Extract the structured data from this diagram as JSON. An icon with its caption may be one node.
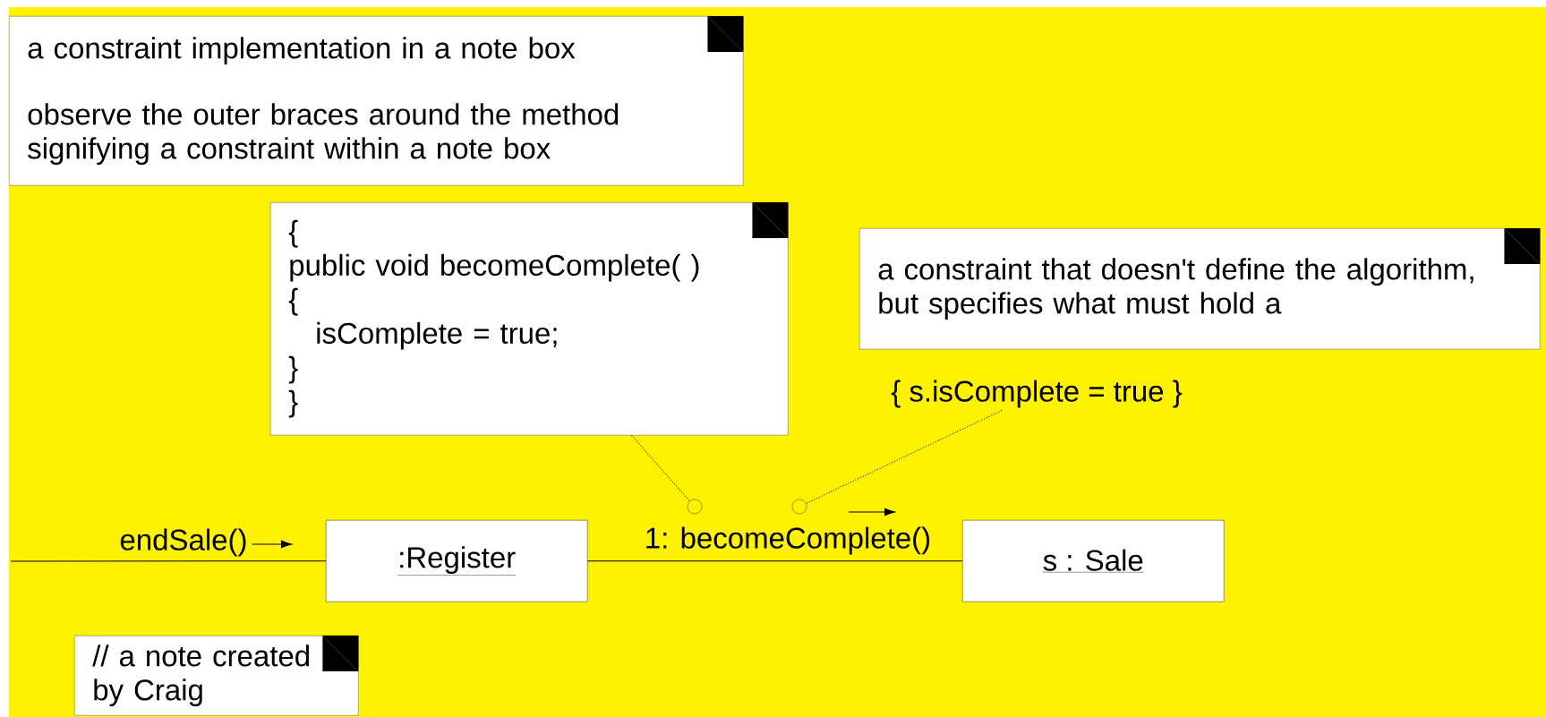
{
  "diagram": {
    "nodes": [
      {
        "text": [
          "a constraint implementation in a note box",
          "observe the outer braces around the method signifying a constraint within a note box"
        ]
      },
      {
        "text": [
          "{",
          "public void becomeComplete( )",
          "{",
          "isComplete = true;",
          "}",
          "}"
        ]
      },
      {
        "text": [
          "a constraint that doesn't define the algorithm, but specifies what must hold a"
        ]
      },
      {
        "text": [
          "{ s.isComplete = true }"
        ]
      },
      {
        "text": [
          ":Register"
        ]
      },
      {
        "text": [
          "s : Sale"
        ]
      },
      {
        "text": [],
        "shape": "circle"
      },
      {
        "text": [],
        "shape": "circle"
      },
      {
        "text": [
          "// a note created by Craig"
        ]
      }
    ],
    "edges": [
      {
        "from": null,
        "to": 4,
        "arrow": "none",
        "label": "endSale()"
      },
      {
        "from": 4,
        "to": 5,
        "arrow": "none",
        "label": "1: becomeComplete()"
      },
      {
        "from": 1,
        "to": 6,
        "arrow": "none",
        "style": "dashed"
      },
      {
        "from": 3,
        "to": 7,
        "arrow": "none",
        "style": "dashed"
      }
    ]
  }
}
